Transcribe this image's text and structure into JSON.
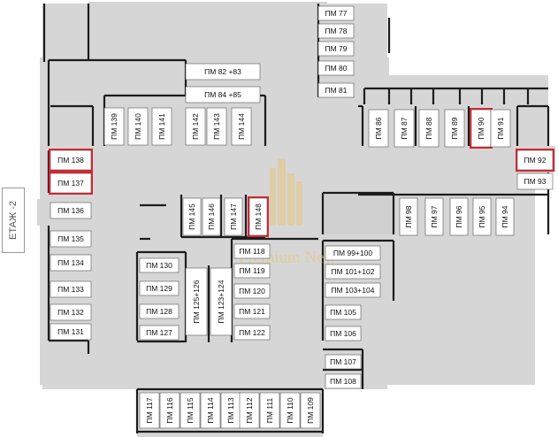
{
  "floor_label": "ЕТАЖ -2",
  "watermark": "Premium New",
  "colors": {
    "floor": "#d6d6d6",
    "wall": "#1c1c1c",
    "spot": "#ffffff",
    "highlight": "#e0222e",
    "watermark": "#e8c46a"
  },
  "parking_spots": [
    {
      "id": "pm77",
      "label": "ПМ 77"
    },
    {
      "id": "pm78",
      "label": "ПМ 78"
    },
    {
      "id": "pm79",
      "label": "ПМ 79"
    },
    {
      "id": "pm80",
      "label": "ПМ 80"
    },
    {
      "id": "pm81",
      "label": "ПМ 81"
    },
    {
      "id": "pm82-83",
      "label": "ПМ 82 +83"
    },
    {
      "id": "pm84-85",
      "label": "ПМ 84 +85"
    },
    {
      "id": "pm139",
      "label": "ПМ 139"
    },
    {
      "id": "pm140",
      "label": "ПМ 140"
    },
    {
      "id": "pm141",
      "label": "ПМ 141"
    },
    {
      "id": "pm142",
      "label": "ПМ 142"
    },
    {
      "id": "pm143",
      "label": "ПМ 143"
    },
    {
      "id": "pm144",
      "label": "ПМ 144"
    },
    {
      "id": "pm86",
      "label": "ПМ 86"
    },
    {
      "id": "pm87",
      "label": "ПМ 87"
    },
    {
      "id": "pm88",
      "label": "ПМ 88"
    },
    {
      "id": "pm89",
      "label": "ПМ 89"
    },
    {
      "id": "pm90",
      "label": "ПМ 90",
      "highlight": true
    },
    {
      "id": "pm91",
      "label": "ПМ 91"
    },
    {
      "id": "pm92",
      "label": "ПМ 92",
      "highlight": true
    },
    {
      "id": "pm93",
      "label": "ПМ 93"
    },
    {
      "id": "pm138",
      "label": "ПМ 138",
      "highlight": true
    },
    {
      "id": "pm137",
      "label": "ПМ 137",
      "highlight": true
    },
    {
      "id": "pm136",
      "label": "ПМ 136"
    },
    {
      "id": "pm135",
      "label": "ПМ 135"
    },
    {
      "id": "pm134",
      "label": "ПМ 134"
    },
    {
      "id": "pm133",
      "label": "ПМ 133"
    },
    {
      "id": "pm132",
      "label": "ПМ 132"
    },
    {
      "id": "pm131",
      "label": "ПМ 131"
    },
    {
      "id": "pm145",
      "label": "ПМ 145"
    },
    {
      "id": "pm146",
      "label": "ПМ 146"
    },
    {
      "id": "pm147",
      "label": "ПМ 147"
    },
    {
      "id": "pm148",
      "label": "ПМ 148",
      "highlight": true
    },
    {
      "id": "pm98",
      "label": "ПМ 98"
    },
    {
      "id": "pm97",
      "label": "ПМ 97"
    },
    {
      "id": "pm96",
      "label": "ПМ 96"
    },
    {
      "id": "pm95",
      "label": "ПМ 95"
    },
    {
      "id": "pm94",
      "label": "ПМ 94"
    },
    {
      "id": "pm118",
      "label": "ПМ 118"
    },
    {
      "id": "pm119",
      "label": "ПМ 119"
    },
    {
      "id": "pm120",
      "label": "ПМ 120"
    },
    {
      "id": "pm121",
      "label": "ПМ 121"
    },
    {
      "id": "pm122",
      "label": "ПМ 122"
    },
    {
      "id": "pm99-100",
      "label": "ПМ 99+100"
    },
    {
      "id": "pm101-102",
      "label": "ПМ 101+102"
    },
    {
      "id": "pm103-104",
      "label": "ПМ 103+104"
    },
    {
      "id": "pm105",
      "label": "ПМ 105"
    },
    {
      "id": "pm106",
      "label": "ПМ 106"
    },
    {
      "id": "pm107",
      "label": "ПМ 107"
    },
    {
      "id": "pm108",
      "label": "ПМ 108"
    },
    {
      "id": "pm130",
      "label": "ПМ 130"
    },
    {
      "id": "pm129",
      "label": "ПМ 129"
    },
    {
      "id": "pm128",
      "label": "ПМ 128"
    },
    {
      "id": "pm127",
      "label": "ПМ 127"
    },
    {
      "id": "pm125-126",
      "label": "ПМ 125+126"
    },
    {
      "id": "pm123-124",
      "label": "ПМ 123+124"
    },
    {
      "id": "pm117",
      "label": "ПМ 117"
    },
    {
      "id": "pm116",
      "label": "ПМ 116"
    },
    {
      "id": "pm115",
      "label": "ПМ 115"
    },
    {
      "id": "pm114",
      "label": "ПМ 114"
    },
    {
      "id": "pm113",
      "label": "ПМ 113"
    },
    {
      "id": "pm112",
      "label": "ПМ 112"
    },
    {
      "id": "pm111",
      "label": "ПМ 111"
    },
    {
      "id": "pm110",
      "label": "ПМ 110"
    },
    {
      "id": "pm109",
      "label": "ПМ 109"
    }
  ]
}
